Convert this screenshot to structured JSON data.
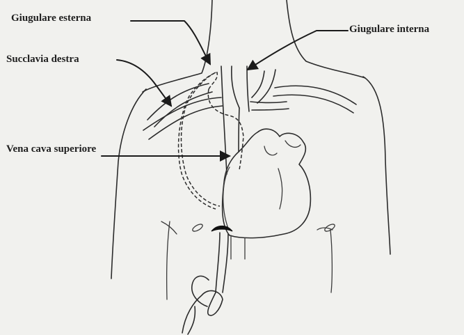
{
  "labels": {
    "external_jugular": "Giugulare esterna",
    "internal_jugular": "Giugulare interna",
    "right_subclavian": "Succlavia destra",
    "superior_vena_cava": "Vena cava superiore"
  },
  "colors": {
    "background": "#f1f1ee",
    "ink": "#2b2b2b"
  }
}
